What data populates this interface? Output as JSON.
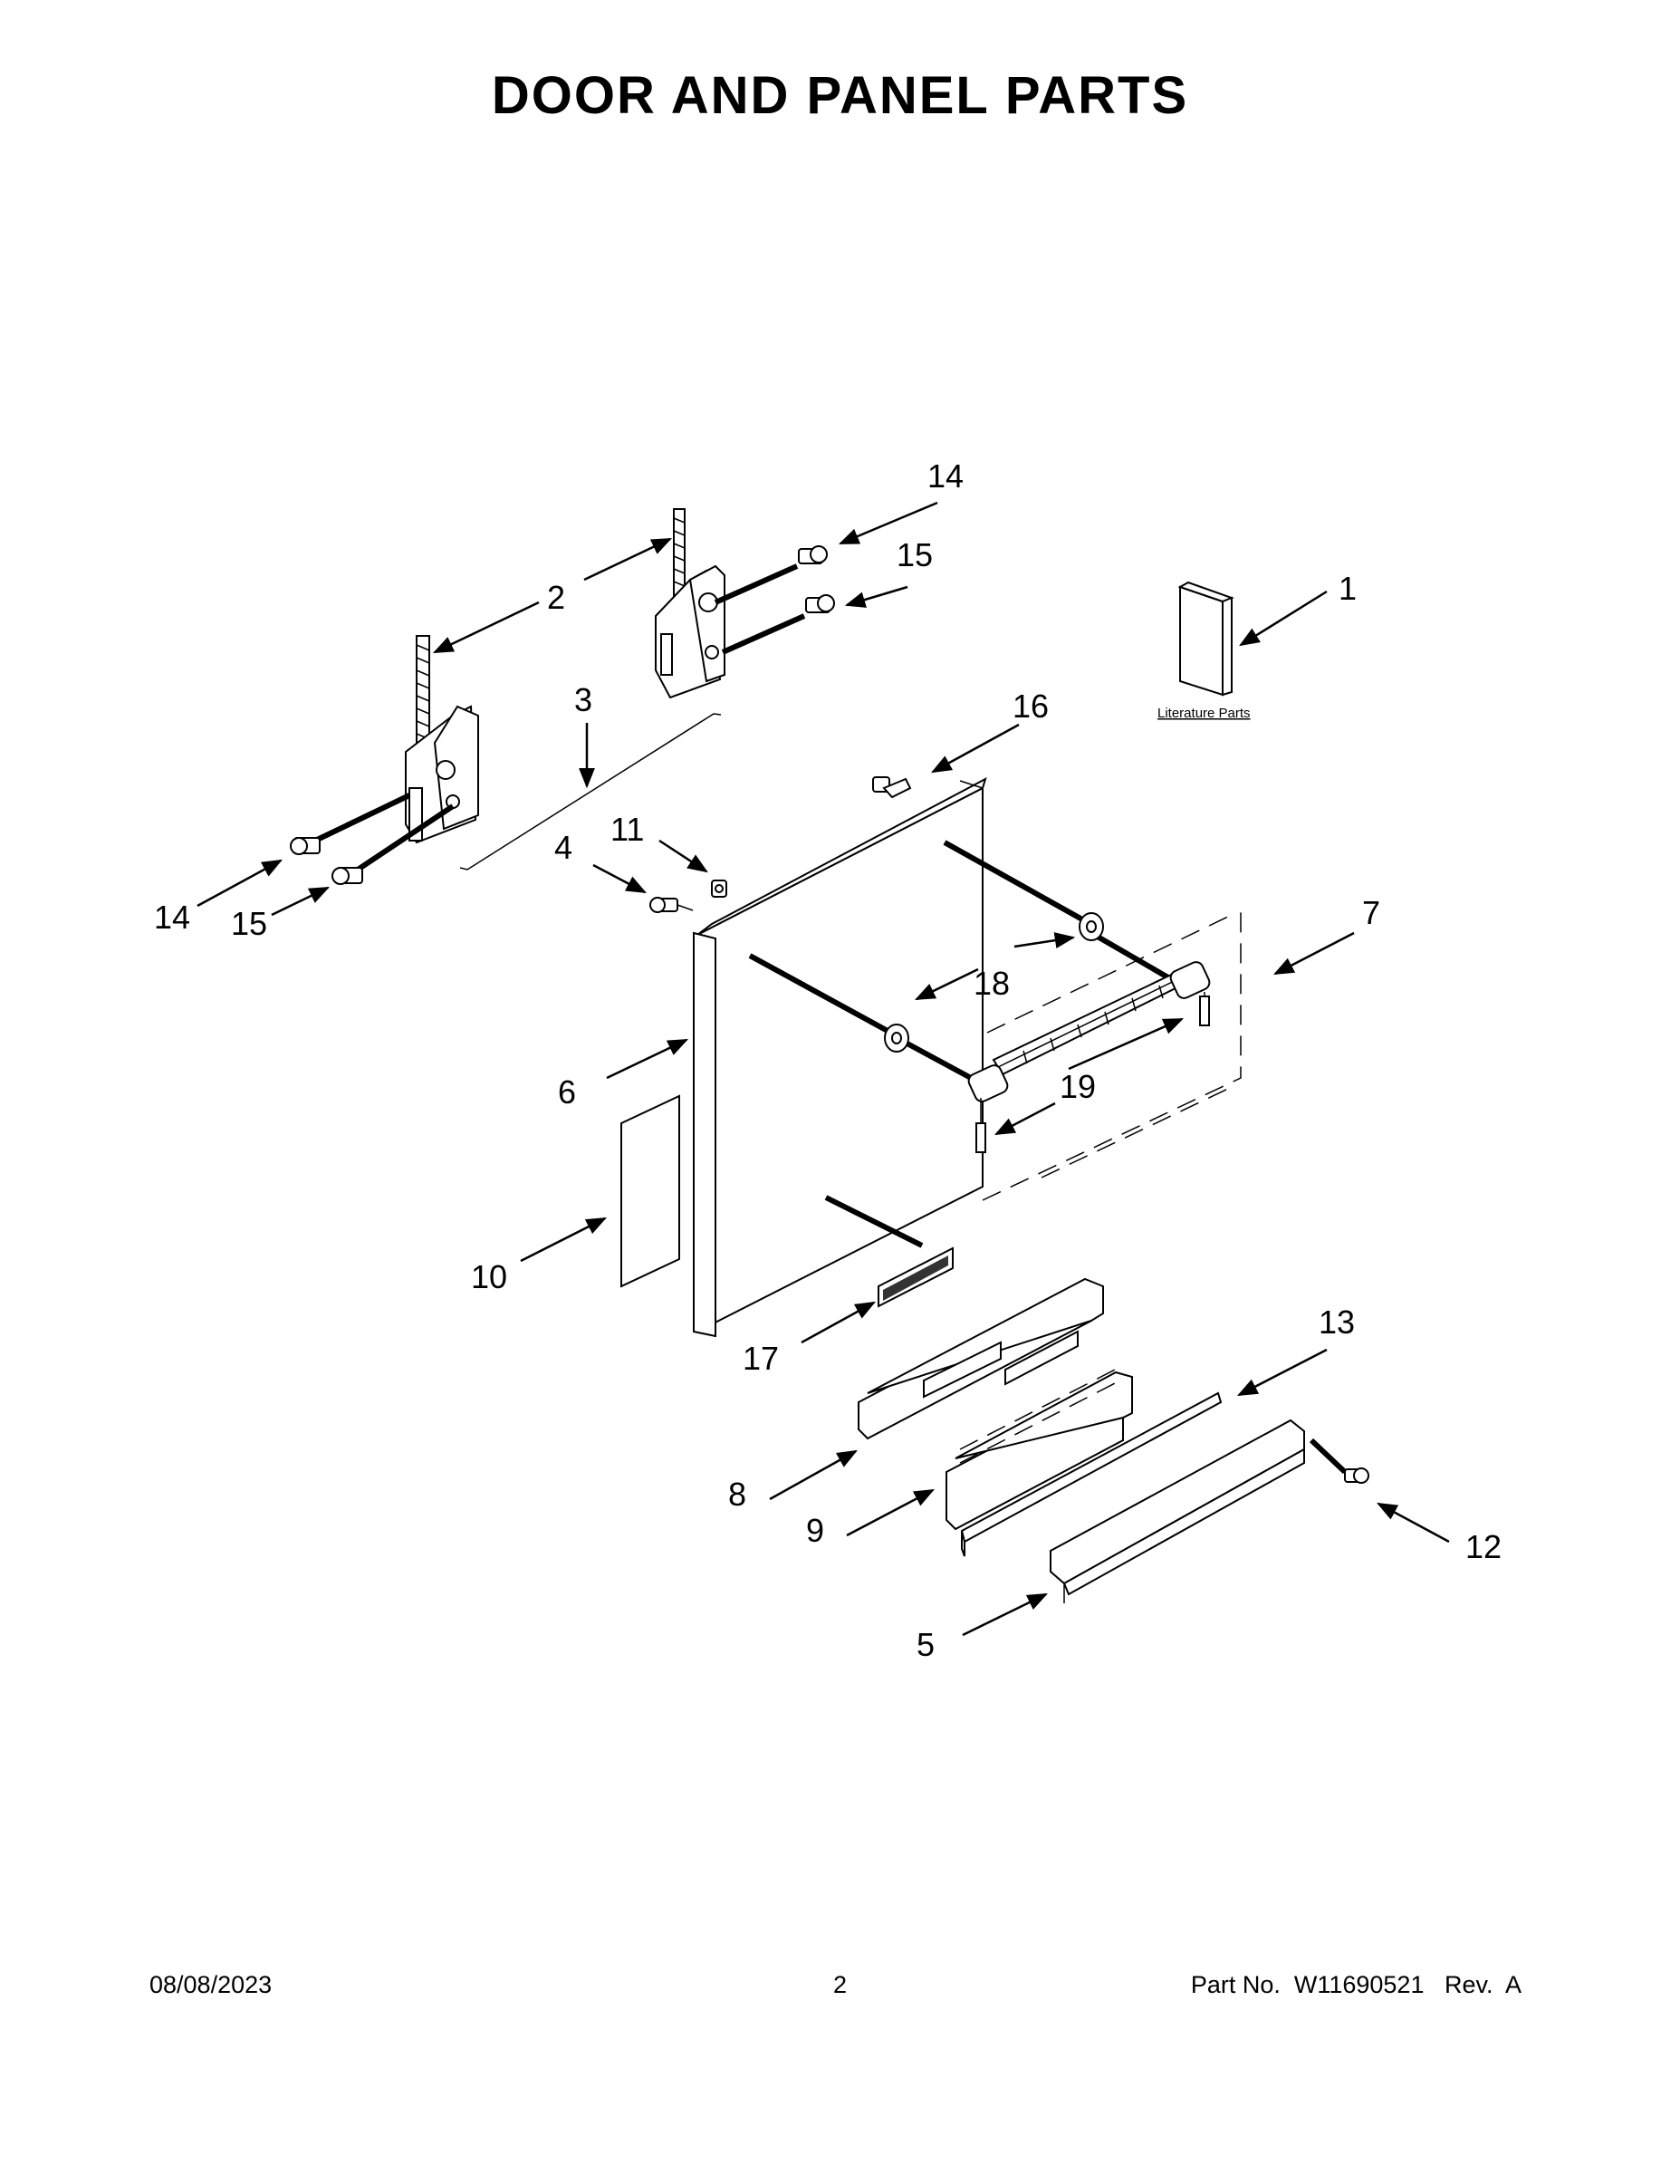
{
  "page": {
    "title": "DOOR AND PANEL PARTS",
    "literature_label": "Literature Parts"
  },
  "callouts": [
    "1",
    "2",
    "3",
    "4",
    "5",
    "6",
    "7",
    "8",
    "9",
    "10",
    "11",
    "12",
    "13",
    "14",
    "14",
    "15",
    "15",
    "16",
    "17",
    "18",
    "19"
  ],
  "footer": {
    "date": "08/08/2023",
    "page_number": "2",
    "part_info": "Part No.  W11690521   Rev.  A"
  }
}
